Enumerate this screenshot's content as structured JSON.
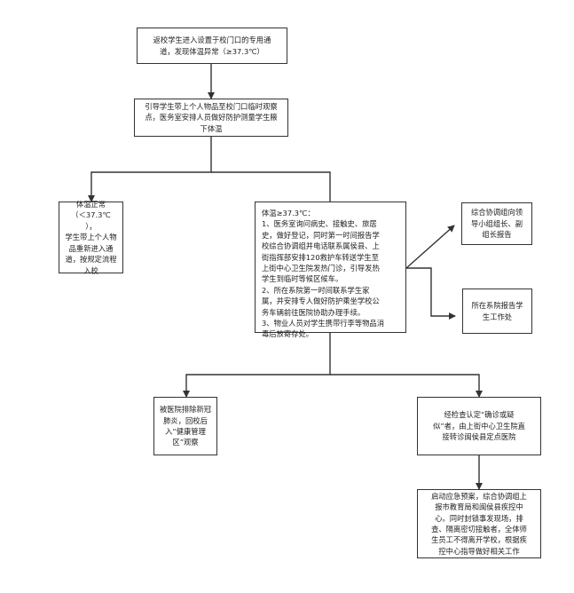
{
  "boxes": {
    "b1": "返校学生进入设置于校门口的专用通\n道，发现体温异常（≥37.3℃）",
    "b2": "引导学生带上个人物品至校门口临时观察\n点，医务室安排人员做好防护测量学生腋\n下体温",
    "b3": "体温正常\n（＜37.3℃\n），\n学生带上个人物\n品重新进入通\n道，按规定流程\n入校",
    "b4": "体温≥37.3℃：\n1、医务室询问病史、接触史、旅居\n史，做好登记，同时第一时间报告学\n校综合协调组并电话联系属侯县、上\n街指挥部安排120救护车转送学生至\n上街中心卫生院发热门诊，引导发热\n学生到临时等候区候车。\n2、所在系院第一时间联系学生家\n属，并安排专人做好防护乘坐学校公\n务车辆前往医院协助办理手续。\n3、物业人员对学生携带行李等物品消\n毒后放寄存处。",
    "b5": "综合协调组向领\n导小组组长、副\n组长报告",
    "b6": "所在系院报告学\n生工作处",
    "b7": "被医院排除新冠\n肺炎，回校后\n入“健康管理\n区”观察",
    "b8": "经检查认定“确诊或疑\n似”者，由上街中心卫生院直\n接转诊闽侯县定点医院",
    "b9": "启动应急预案，综合协调组上\n报市教育局和闽侯县疾控中\n心。同时封锁事发现场，排\n查、隔离密切接触者，全体师\n生员工不得离开学校，根据疾\n控中心指导做好相关工作"
  }
}
